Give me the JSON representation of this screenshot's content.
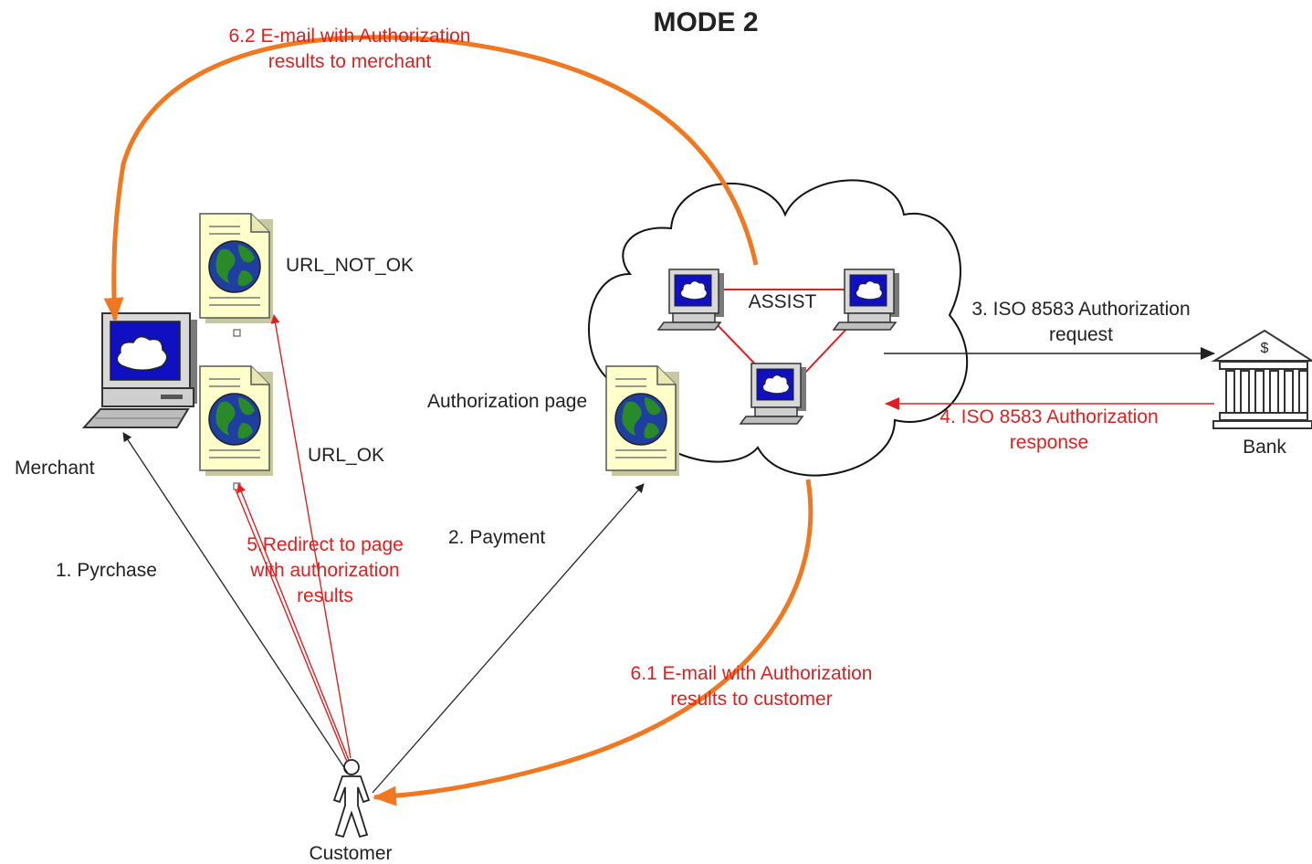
{
  "title": "MODE 2",
  "colors": {
    "black_flow": "#222222",
    "red_flow": "#e02020",
    "email_flow": "#f07820",
    "screen_blue": "#1010c0",
    "page_yellow": "#ffffcc",
    "globe_blue": "#1f3fa0",
    "globe_green": "#2a8a2a"
  },
  "nodes": {
    "merchant": "Merchant",
    "customer": "Customer",
    "bank": "Bank",
    "bank_symbol": "$",
    "assist": "ASSIST",
    "url_not_ok": "URL_NOT_OK",
    "url_ok": "URL_OK",
    "auth_page": "Authorization page"
  },
  "steps": {
    "s1": "1. Pyrchase",
    "s2": "2. Payment",
    "s3": [
      "3. ISO 8583 Authorization",
      "request"
    ],
    "s4": [
      "4. ISO 8583 Authorization",
      "response"
    ],
    "s5": [
      "5.Redirect to page",
      "with authorization",
      "results"
    ],
    "s61": [
      "6.1 E-mail with Authorization",
      "results to customer"
    ],
    "s62": [
      "6.2 E-mail with Authorization",
      "results to merchant"
    ]
  }
}
